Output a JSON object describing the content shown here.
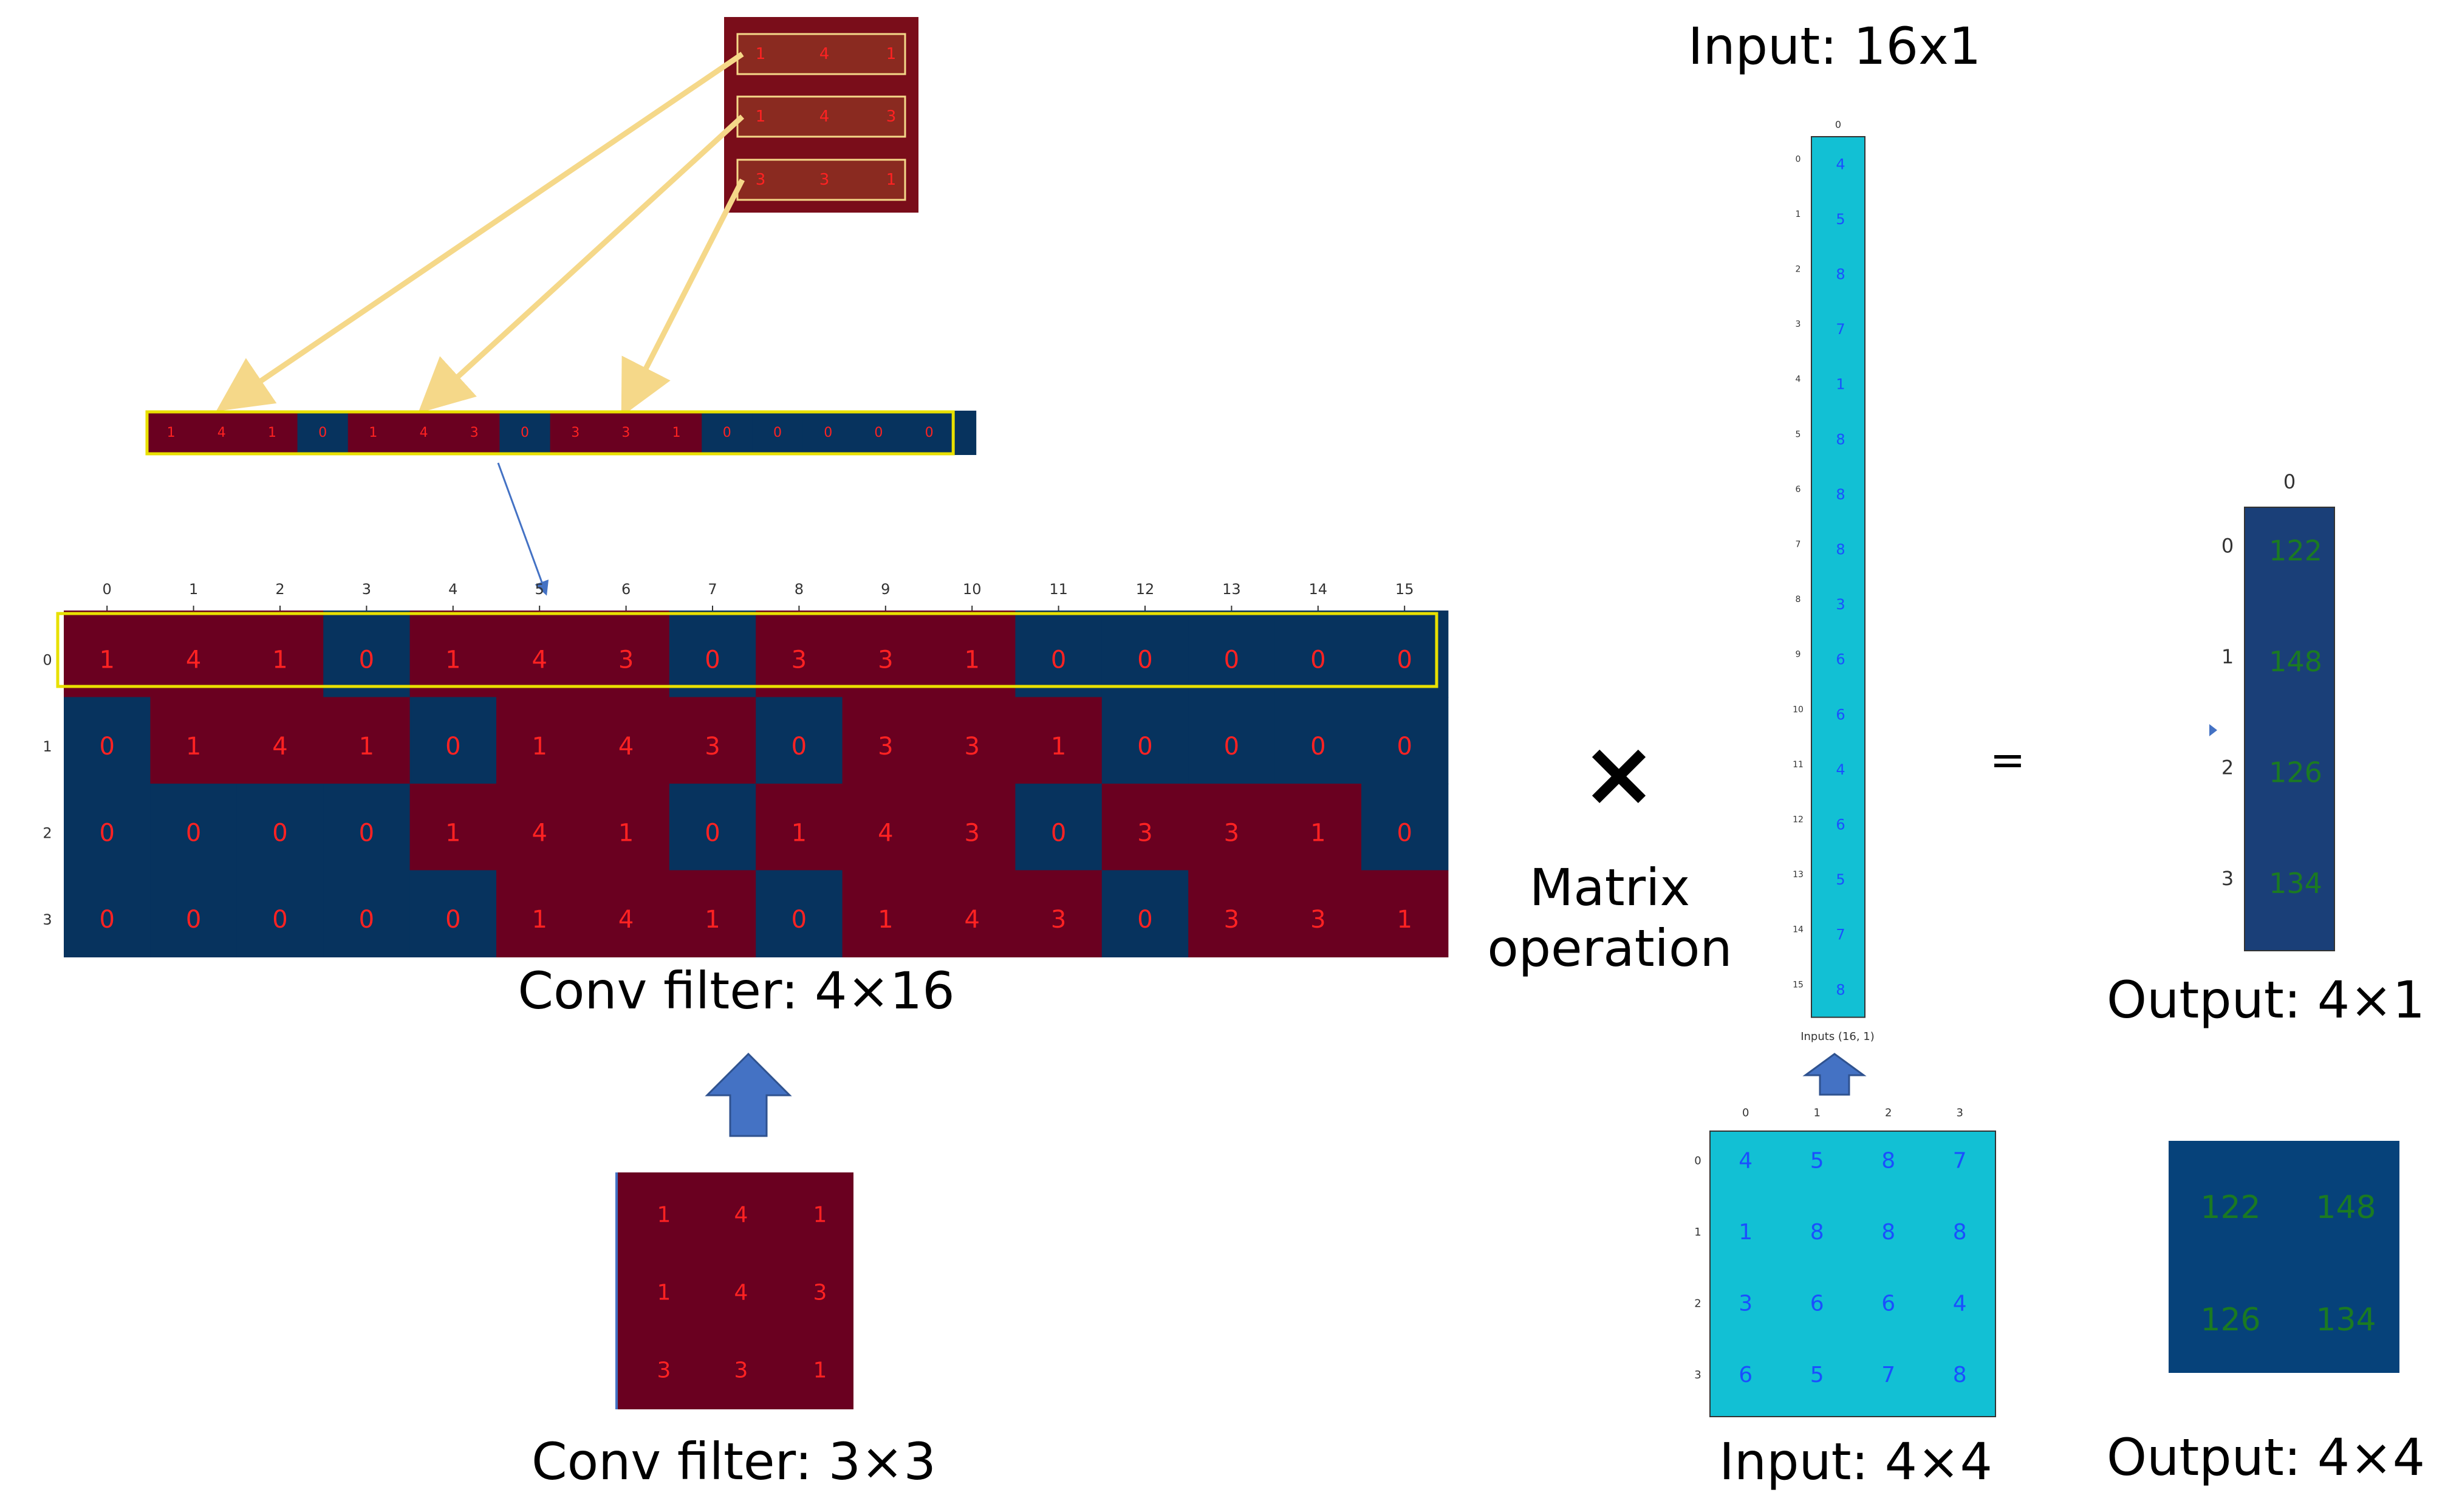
{
  "colors": {
    "red_cell": "#6a0020",
    "blue_cell": "#07335e",
    "cyan_cell": "#12c0d4",
    "small_red": "#7a0d1a",
    "small_red_inner": "#8a2a20",
    "output_blue": "#1a3f78",
    "output_blue2": "#06427a",
    "num_red": "#ff2222",
    "num_blue": "#1a4fff",
    "num_green": "#1b7a22",
    "yellow": "#e8e000",
    "arrow_yellow": "#f5d889",
    "arrow_blue": "#4472c4"
  },
  "labels": {
    "conv_filter_4x16": "Conv filter: 4×16",
    "conv_filter_3x3": "Conv filter: 3×3",
    "matrix_symbol": "×",
    "matrix_op_line1": "Matrix",
    "matrix_op_line2": "operation",
    "equals": "=",
    "input_16x1": "Input: 16x1",
    "input_4x4": "Input: 4×4",
    "output_4x1": "Output: 4×1",
    "output_4x4": "Output: 4×4",
    "inputs_caption": "Inputs (16, 1)"
  },
  "kernel": [
    [
      1,
      4,
      1
    ],
    [
      1,
      4,
      3
    ],
    [
      3,
      3,
      1
    ]
  ],
  "flat_row": [
    1,
    4,
    1,
    0,
    1,
    4,
    3,
    0,
    3,
    3,
    1,
    0,
    0,
    0,
    0,
    0
  ],
  "conv_matrix": [
    [
      1,
      4,
      1,
      0,
      1,
      4,
      3,
      0,
      3,
      3,
      1,
      0,
      0,
      0,
      0,
      0
    ],
    [
      0,
      1,
      4,
      1,
      0,
      1,
      4,
      3,
      0,
      3,
      3,
      1,
      0,
      0,
      0,
      0
    ],
    [
      0,
      0,
      0,
      0,
      1,
      4,
      1,
      0,
      1,
      4,
      3,
      0,
      3,
      3,
      1,
      0
    ],
    [
      0,
      0,
      0,
      0,
      0,
      1,
      4,
      1,
      0,
      1,
      4,
      3,
      0,
      3,
      3,
      1
    ]
  ],
  "conv_col_ticks": [
    "0",
    "1",
    "2",
    "3",
    "4",
    "5",
    "6",
    "7",
    "8",
    "9",
    "10",
    "11",
    "12",
    "13",
    "14",
    "15"
  ],
  "conv_row_ticks": [
    "0",
    "1",
    "2",
    "3"
  ],
  "input_vector": [
    4,
    5,
    8,
    7,
    1,
    8,
    8,
    8,
    3,
    6,
    6,
    4,
    6,
    5,
    7,
    8
  ],
  "input_vec_col_tick": "0",
  "input_vec_row_ticks": [
    "0",
    "1",
    "2",
    "3",
    "4",
    "5",
    "6",
    "7",
    "8",
    "9",
    "10",
    "11",
    "12",
    "13",
    "14",
    "15"
  ],
  "input_matrix": [
    [
      4,
      5,
      8,
      7
    ],
    [
      1,
      8,
      8,
      8
    ],
    [
      3,
      6,
      6,
      4
    ],
    [
      6,
      5,
      7,
      8
    ]
  ],
  "input_mat_col_ticks": [
    "0",
    "1",
    "2",
    "3"
  ],
  "input_mat_row_ticks": [
    "0",
    "1",
    "2",
    "3"
  ],
  "output_vector": [
    122,
    148,
    126,
    134
  ],
  "output_vec_col_tick": "0",
  "output_vec_row_ticks": [
    "0",
    "1",
    "2",
    "3"
  ],
  "output_matrix": [
    [
      122,
      148
    ],
    [
      126,
      134
    ]
  ]
}
